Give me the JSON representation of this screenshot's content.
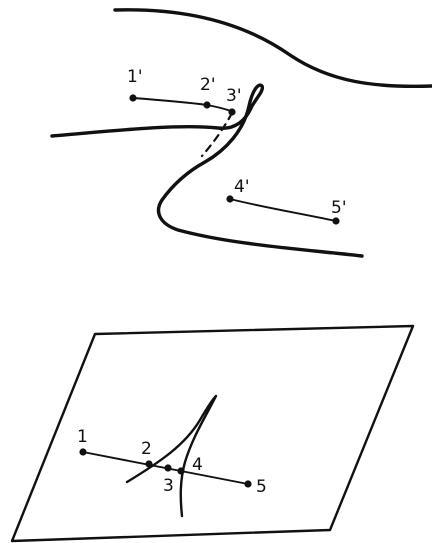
{
  "upper_figure": {
    "points": [
      {
        "id": "p1-prime",
        "label": "1'"
      },
      {
        "id": "p2-prime",
        "label": "2'"
      },
      {
        "id": "p3-prime",
        "label": "3'"
      },
      {
        "id": "p4-prime",
        "label": "4'"
      },
      {
        "id": "p5-prime",
        "label": "5'"
      }
    ]
  },
  "lower_figure": {
    "points": [
      {
        "id": "p1",
        "label": "1"
      },
      {
        "id": "p2",
        "label": "2"
      },
      {
        "id": "p3",
        "label": "3"
      },
      {
        "id": "p4",
        "label": "4"
      },
      {
        "id": "p5",
        "label": "5"
      }
    ]
  },
  "colors": {
    "ink": "#111111",
    "background": "#ffffff"
  }
}
